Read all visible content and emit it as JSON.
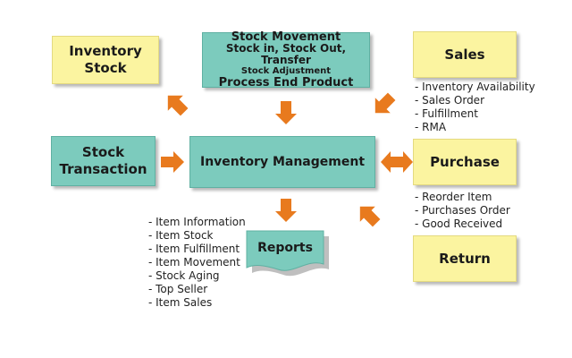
{
  "colors": {
    "teal": "#7ccbbd",
    "yellow": "#fbf4a0",
    "arrow": "#e87a1e"
  },
  "center": {
    "label": "Inventory Management"
  },
  "inventory_stock": {
    "line1": "Inventory",
    "line2": "Stock"
  },
  "stock_movement": {
    "line1": "Stock Movement",
    "line2": "Stock in, Stock Out, Transfer",
    "line3": "Stock Adjustment",
    "line4": "Process End Product"
  },
  "sales": {
    "label": "Sales",
    "items": [
      "- Inventory Availability",
      "- Sales Order",
      "- Fulfillment",
      "- RMA"
    ]
  },
  "stock_transaction": {
    "line1": "Stock",
    "line2": "Transaction"
  },
  "purchase": {
    "label": "Purchase",
    "items": [
      "- Reorder Item",
      "- Purchases Order",
      "- Good Received"
    ]
  },
  "reports": {
    "label": "Reports",
    "items": [
      "- Item Information",
      "- Item Stock",
      "- Item Fulfillment",
      "- Item Movement",
      "- Stock Aging",
      "- Top Seller",
      "- Item Sales"
    ]
  },
  "return": {
    "label": "Return"
  }
}
